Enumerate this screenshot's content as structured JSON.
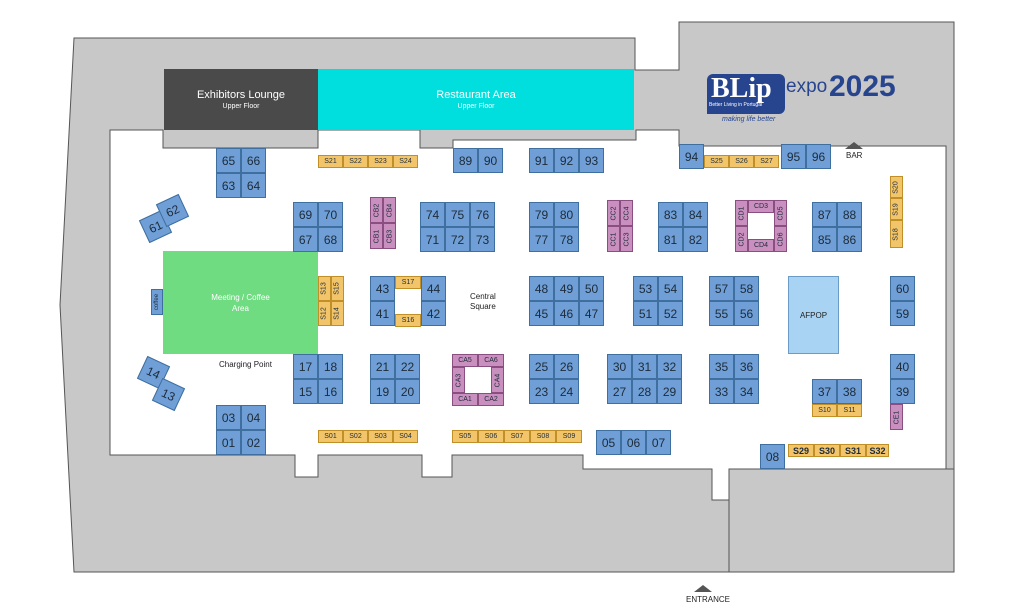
{
  "logo": {
    "brand": "BLip",
    "tagline": "Better Living in Portugal",
    "expo_word": "expo",
    "year": "2025",
    "motto": "making life better",
    "color": "#27458f"
  },
  "areas": {
    "exhibitors_lounge": {
      "title": "Exhibitors Lounge",
      "subtitle": "Upper Floor"
    },
    "restaurant": {
      "title": "Restaurant Area",
      "subtitle": "Upper Floor"
    },
    "meeting": {
      "title": "Meeting / Coffee",
      "subtitle": "Area"
    },
    "afpop": {
      "title": "AFPOP"
    }
  },
  "labels": {
    "charging_point": "Charging Point",
    "central_square_1": "Central",
    "central_square_2": "Square",
    "bar": "BAR",
    "entrance": "ENTRANCE",
    "coffee": "coffee"
  },
  "colors": {
    "booth": "#6f9fd6",
    "small_booth": "#f2c56b",
    "club_booth": "#c98fbf",
    "meeting_area": "#6fdc82",
    "restaurant": "#00dede",
    "lounge": "#4a4a4a",
    "afpop": "#a9d3f2",
    "floor_grey": "#c8c8c8"
  },
  "booths": [
    "65",
    "66",
    "63",
    "64",
    "89",
    "90",
    "91",
    "92",
    "93",
    "94",
    "95",
    "96",
    "61",
    "62",
    "69",
    "70",
    "67",
    "68",
    "74",
    "75",
    "76",
    "71",
    "72",
    "73",
    "79",
    "80",
    "77",
    "78",
    "83",
    "84",
    "81",
    "82",
    "87",
    "88",
    "85",
    "86",
    "43",
    "44",
    "41",
    "42",
    "48",
    "49",
    "50",
    "45",
    "46",
    "47",
    "53",
    "54",
    "51",
    "52",
    "57",
    "58",
    "55",
    "56",
    "60",
    "59",
    "17",
    "18",
    "15",
    "16",
    "21",
    "22",
    "19",
    "20",
    "25",
    "26",
    "23",
    "24",
    "30",
    "31",
    "32",
    "27",
    "28",
    "29",
    "35",
    "36",
    "33",
    "34",
    "40",
    "39",
    "37",
    "38",
    "14",
    "13",
    "03",
    "04",
    "01",
    "02",
    "05",
    "06",
    "07",
    "08"
  ],
  "small_booths": [
    "S21",
    "S22",
    "S23",
    "S24",
    "S25",
    "S26",
    "S27",
    "S20",
    "S19",
    "S18",
    "S13",
    "S15",
    "S12",
    "S14",
    "S17",
    "S16",
    "S01",
    "S02",
    "S03",
    "S04",
    "S05",
    "S06",
    "S07",
    "S08",
    "S09",
    "S10",
    "S11",
    "S29",
    "S30",
    "S31",
    "S32"
  ],
  "club_booths": [
    "CB2",
    "CB4",
    "CB1",
    "CB3",
    "CC2",
    "CC4",
    "CC1",
    "CC3",
    "CD1",
    "CD3",
    "CD5",
    "CD2",
    "CD4",
    "CD6",
    "CA5",
    "CA6",
    "CA3",
    "CA4",
    "CA1",
    "CA2",
    "CE1"
  ]
}
